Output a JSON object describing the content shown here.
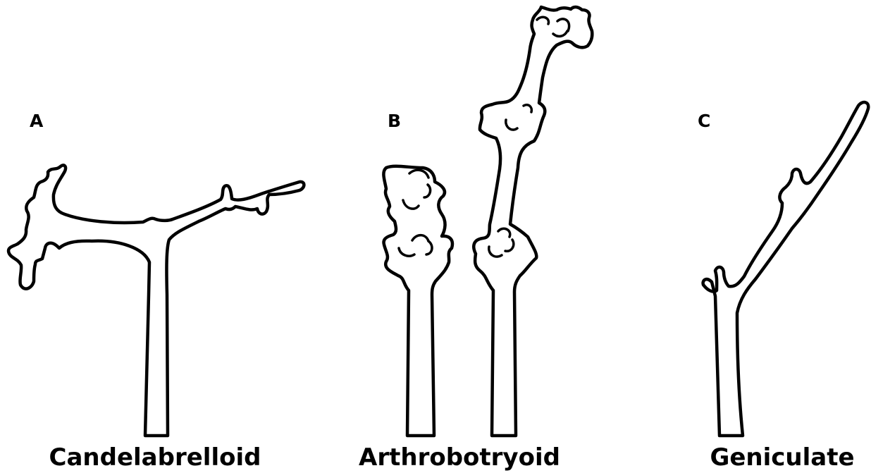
{
  "panels": [
    {
      "letter": "A",
      "title": "Candelabrelloid",
      "structure": "candelabrelloid-conidiophore"
    },
    {
      "letter": "B",
      "title": "Arthrobotryoid",
      "structure": "arthrobotryoid-conidiophore"
    },
    {
      "letter": "C",
      "title": "Geniculate",
      "structure": "geniculate-conidiophore"
    }
  ],
  "colors": {
    "stroke": "#000000",
    "fill": "#ffffff",
    "background": "#ffffff"
  }
}
